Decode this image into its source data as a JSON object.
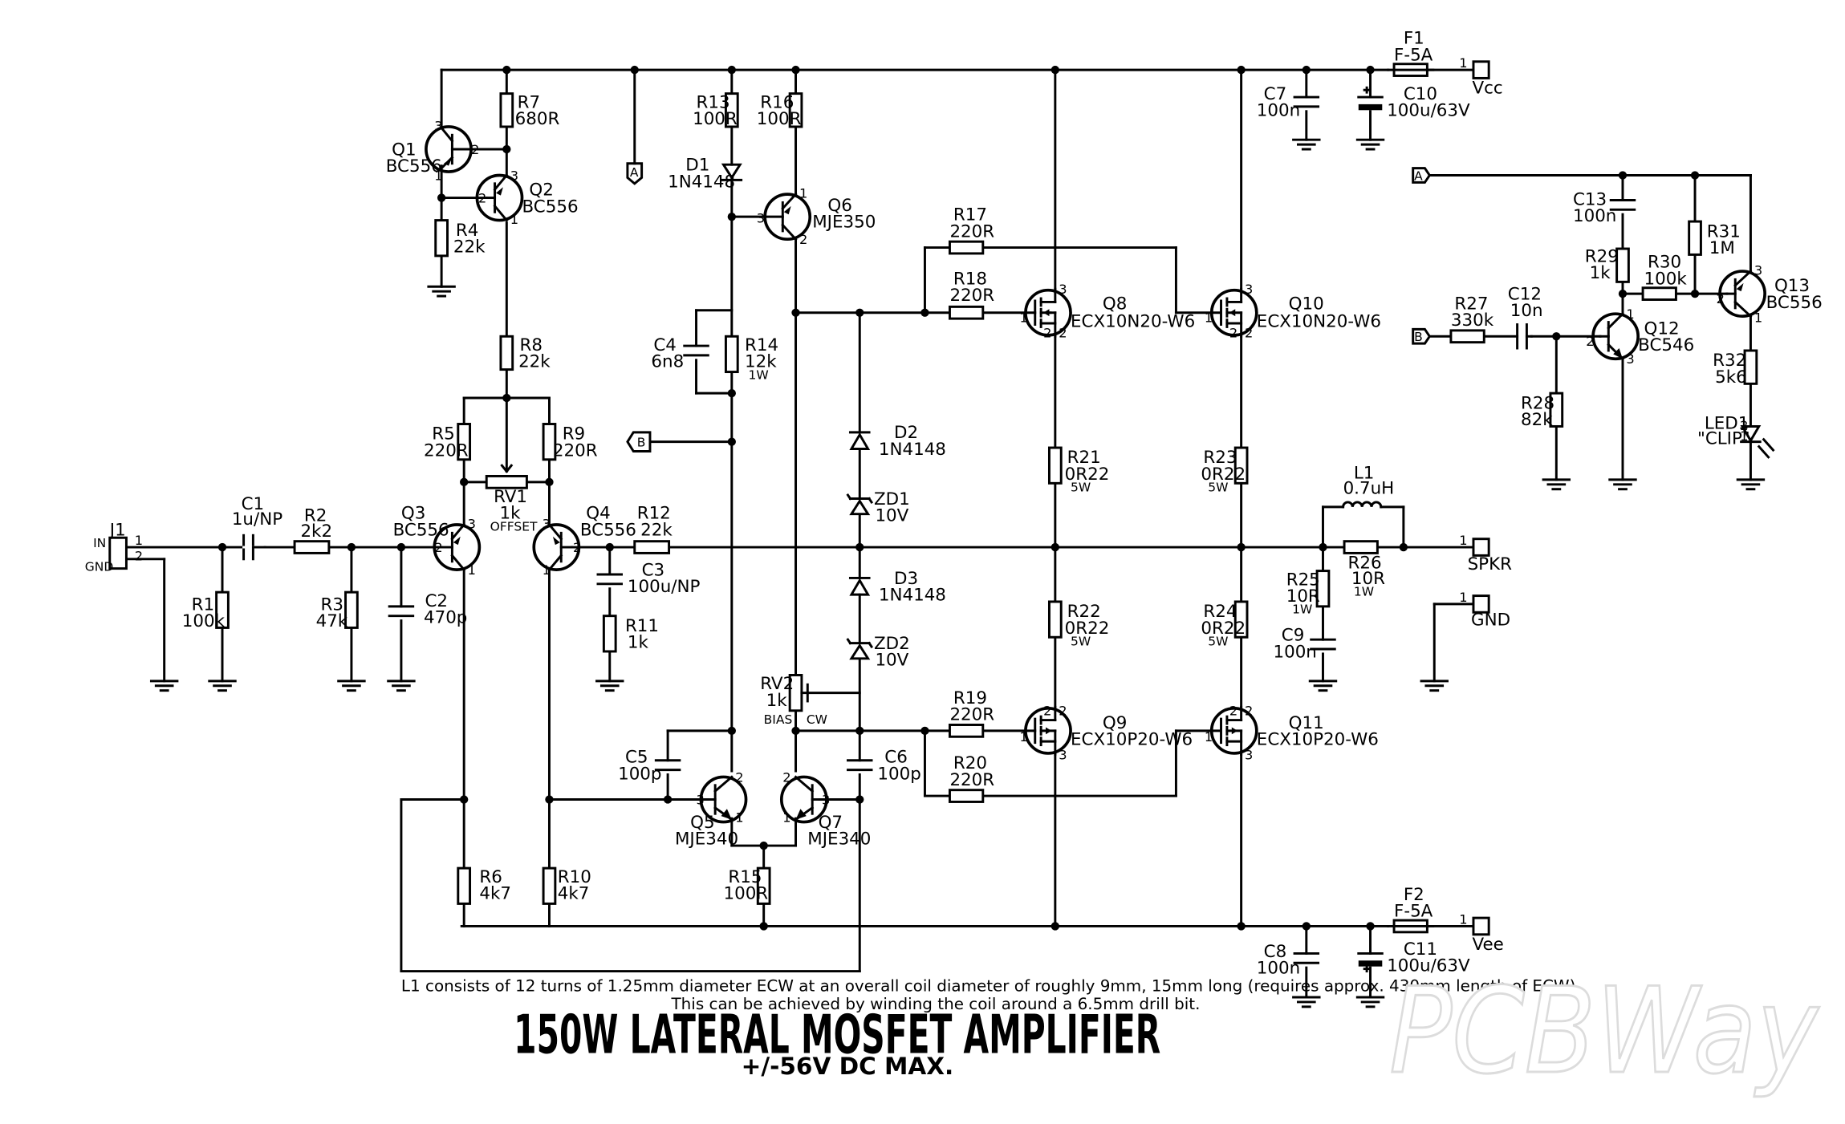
{
  "title": "150W LATERAL MOSFET AMPLIFIER",
  "subtitle": "+/-56V DC MAX.",
  "note_line1": "L1 consists of 12 turns of 1.25mm diameter ECW at an overall coil diameter of roughly 9mm, 15mm long (requires approx. 430mm length of ECW).",
  "note_line2": "This can be achieved by winding the coil around a 6.5mm drill bit.",
  "watermark": "PCBWay",
  "connectors": {
    "j1": {
      "ref": "J1",
      "pin_in": "IN",
      "pin_gnd": "GND"
    },
    "vcc": "Vcc",
    "vee": "Vee",
    "spkr": "SPKR",
    "gnd": "GND"
  },
  "net_labels": {
    "a": "A",
    "b": "B"
  },
  "components": {
    "q1": {
      "ref": "Q1",
      "value": "BC556"
    },
    "q2": {
      "ref": "Q2",
      "value": "BC556"
    },
    "q3": {
      "ref": "Q3",
      "value": "BC556"
    },
    "q4": {
      "ref": "Q4",
      "value": "BC556"
    },
    "q5": {
      "ref": "Q5",
      "value": "MJE340"
    },
    "q6": {
      "ref": "Q6",
      "value": "MJE350"
    },
    "q7": {
      "ref": "Q7",
      "value": "MJE340"
    },
    "q8": {
      "ref": "Q8",
      "value": "ECX10N20-W6"
    },
    "q9": {
      "ref": "Q9",
      "value": "ECX10P20-W6"
    },
    "q10": {
      "ref": "Q10",
      "value": "ECX10N20-W6"
    },
    "q11": {
      "ref": "Q11",
      "value": "ECX10P20-W6"
    },
    "q12": {
      "ref": "Q12",
      "value": "BC546"
    },
    "q13": {
      "ref": "Q13",
      "value": "BC556"
    },
    "r1": {
      "ref": "R1",
      "value": "100k"
    },
    "r2": {
      "ref": "R2",
      "value": "2k2"
    },
    "r3": {
      "ref": "R3",
      "value": "47k"
    },
    "r4": {
      "ref": "R4",
      "value": "22k"
    },
    "r5": {
      "ref": "R5",
      "value": "220R"
    },
    "r6": {
      "ref": "R6",
      "value": "4k7"
    },
    "r7": {
      "ref": "R7",
      "value": "680R"
    },
    "r8": {
      "ref": "R8",
      "value": "22k"
    },
    "r9": {
      "ref": "R9",
      "value": "220R"
    },
    "r10": {
      "ref": "R10",
      "value": "4k7"
    },
    "r11": {
      "ref": "R11",
      "value": "1k"
    },
    "r12": {
      "ref": "R12",
      "value": "22k"
    },
    "r13": {
      "ref": "R13",
      "value": "100R"
    },
    "r14": {
      "ref": "R14",
      "value": "12k",
      "rating": "1W"
    },
    "r15": {
      "ref": "R15",
      "value": "100R"
    },
    "r16": {
      "ref": "R16",
      "value": "100R"
    },
    "r17": {
      "ref": "R17",
      "value": "220R"
    },
    "r18": {
      "ref": "R18",
      "value": "220R"
    },
    "r19": {
      "ref": "R19",
      "value": "220R"
    },
    "r20": {
      "ref": "R20",
      "value": "220R"
    },
    "r21": {
      "ref": "R21",
      "value": "0R22",
      "rating": "5W"
    },
    "r22": {
      "ref": "R22",
      "value": "0R22",
      "rating": "5W"
    },
    "r23": {
      "ref": "R23",
      "value": "0R22",
      "rating": "5W"
    },
    "r24": {
      "ref": "R24",
      "value": "0R22",
      "rating": "5W"
    },
    "r25": {
      "ref": "R25",
      "value": "10R",
      "rating": "1W"
    },
    "r26": {
      "ref": "R26",
      "value": "10R",
      "rating": "1W"
    },
    "r27": {
      "ref": "R27",
      "value": "330k"
    },
    "r28": {
      "ref": "R28",
      "value": "82k"
    },
    "r29": {
      "ref": "R29",
      "value": "1k"
    },
    "r30": {
      "ref": "R30",
      "value": "100k"
    },
    "r31": {
      "ref": "R31",
      "value": "1M"
    },
    "r32": {
      "ref": "R32",
      "value": "5k6"
    },
    "rv1": {
      "ref": "RV1",
      "value": "1k",
      "note": "OFFSET"
    },
    "rv2": {
      "ref": "RV2",
      "value": "1k",
      "note": "BIAS",
      "cw": "CW"
    },
    "c1": {
      "ref": "C1",
      "value": "1u/NP"
    },
    "c2": {
      "ref": "C2",
      "value": "470p"
    },
    "c3": {
      "ref": "C3",
      "value": "100u/NP"
    },
    "c4": {
      "ref": "C4",
      "value": "6n8"
    },
    "c5": {
      "ref": "C5",
      "value": "100p"
    },
    "c6": {
      "ref": "C6",
      "value": "100p"
    },
    "c7": {
      "ref": "C7",
      "value": "100n"
    },
    "c8": {
      "ref": "C8",
      "value": "100n"
    },
    "c9": {
      "ref": "C9",
      "value": "100n"
    },
    "c10": {
      "ref": "C10",
      "value": "100u/63V"
    },
    "c11": {
      "ref": "C11",
      "value": "100u/63V"
    },
    "c12": {
      "ref": "C12",
      "value": "10n"
    },
    "c13": {
      "ref": "C13",
      "value": "100n"
    },
    "d1": {
      "ref": "D1",
      "value": "1N4148"
    },
    "d2": {
      "ref": "D2",
      "value": "1N4148"
    },
    "d3": {
      "ref": "D3",
      "value": "1N4148"
    },
    "zd1": {
      "ref": "ZD1",
      "value": "10V"
    },
    "zd2": {
      "ref": "ZD2",
      "value": "10V"
    },
    "f1": {
      "ref": "F1",
      "value": "F-5A"
    },
    "f2": {
      "ref": "F2",
      "value": "F-5A"
    },
    "l1": {
      "ref": "L1",
      "value": "0.7uH"
    },
    "led1": {
      "ref": "LED1",
      "value": "\"CLIP\""
    }
  }
}
